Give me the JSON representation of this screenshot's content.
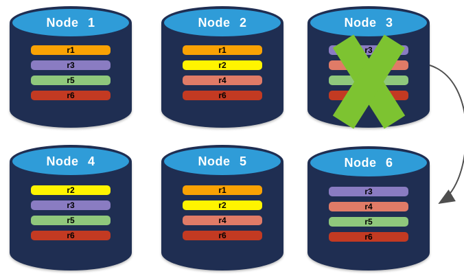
{
  "nodes": [
    {
      "label": "Node 1",
      "replicas": [
        {
          "label": "r1",
          "color": "#F9A204"
        },
        {
          "label": "r3",
          "color": "#8A7CC2"
        },
        {
          "label": "r5",
          "color": "#8FC87C"
        },
        {
          "label": "r6",
          "color": "#C33A22"
        }
      ]
    },
    {
      "label": "Node 2",
      "replicas": [
        {
          "label": "r1",
          "color": "#F9A204"
        },
        {
          "label": "r2",
          "color": "#FFF400"
        },
        {
          "label": "r4",
          "color": "#E07B67"
        },
        {
          "label": "r6",
          "color": "#C33A22"
        }
      ]
    },
    {
      "label": "Node 3",
      "failed": true,
      "replicas": [
        {
          "label": "r3",
          "color": "#8A7CC2"
        },
        {
          "label": "",
          "color": "#E07B67"
        },
        {
          "label": "",
          "color": "#8FC87C"
        },
        {
          "label": "",
          "color": "#C33A22"
        }
      ]
    },
    {
      "label": "Node 4",
      "replicas": [
        {
          "label": "r2",
          "color": "#FFF400"
        },
        {
          "label": "r3",
          "color": "#8A7CC2"
        },
        {
          "label": "r5",
          "color": "#8FC87C"
        },
        {
          "label": "r6",
          "color": "#C33A22"
        }
      ]
    },
    {
      "label": "Node 5",
      "replicas": [
        {
          "label": "r1",
          "color": "#F9A204"
        },
        {
          "label": "r2",
          "color": "#FFF400"
        },
        {
          "label": "r4",
          "color": "#E07B67"
        },
        {
          "label": "r6",
          "color": "#C33A22"
        }
      ]
    },
    {
      "label": "Node 6",
      "replicas": [
        {
          "label": "r3",
          "color": "#8A7CC2"
        },
        {
          "label": "r4",
          "color": "#E07B67"
        },
        {
          "label": "r5",
          "color": "#8FC87C"
        },
        {
          "label": "r6",
          "color": "#C33A22"
        }
      ]
    }
  ],
  "annotations": {
    "failure_x_over": "Node 3",
    "arrow_from": "Node 3",
    "arrow_to": "Node 6"
  },
  "colors": {
    "cylinder_body": "#1F2E52",
    "cylinder_top": "#2F9CD8",
    "title_text": "#FFFFFF",
    "bar_text": "#000000",
    "failure_x": "#7DC331",
    "arrow": "#4F4F4F"
  }
}
